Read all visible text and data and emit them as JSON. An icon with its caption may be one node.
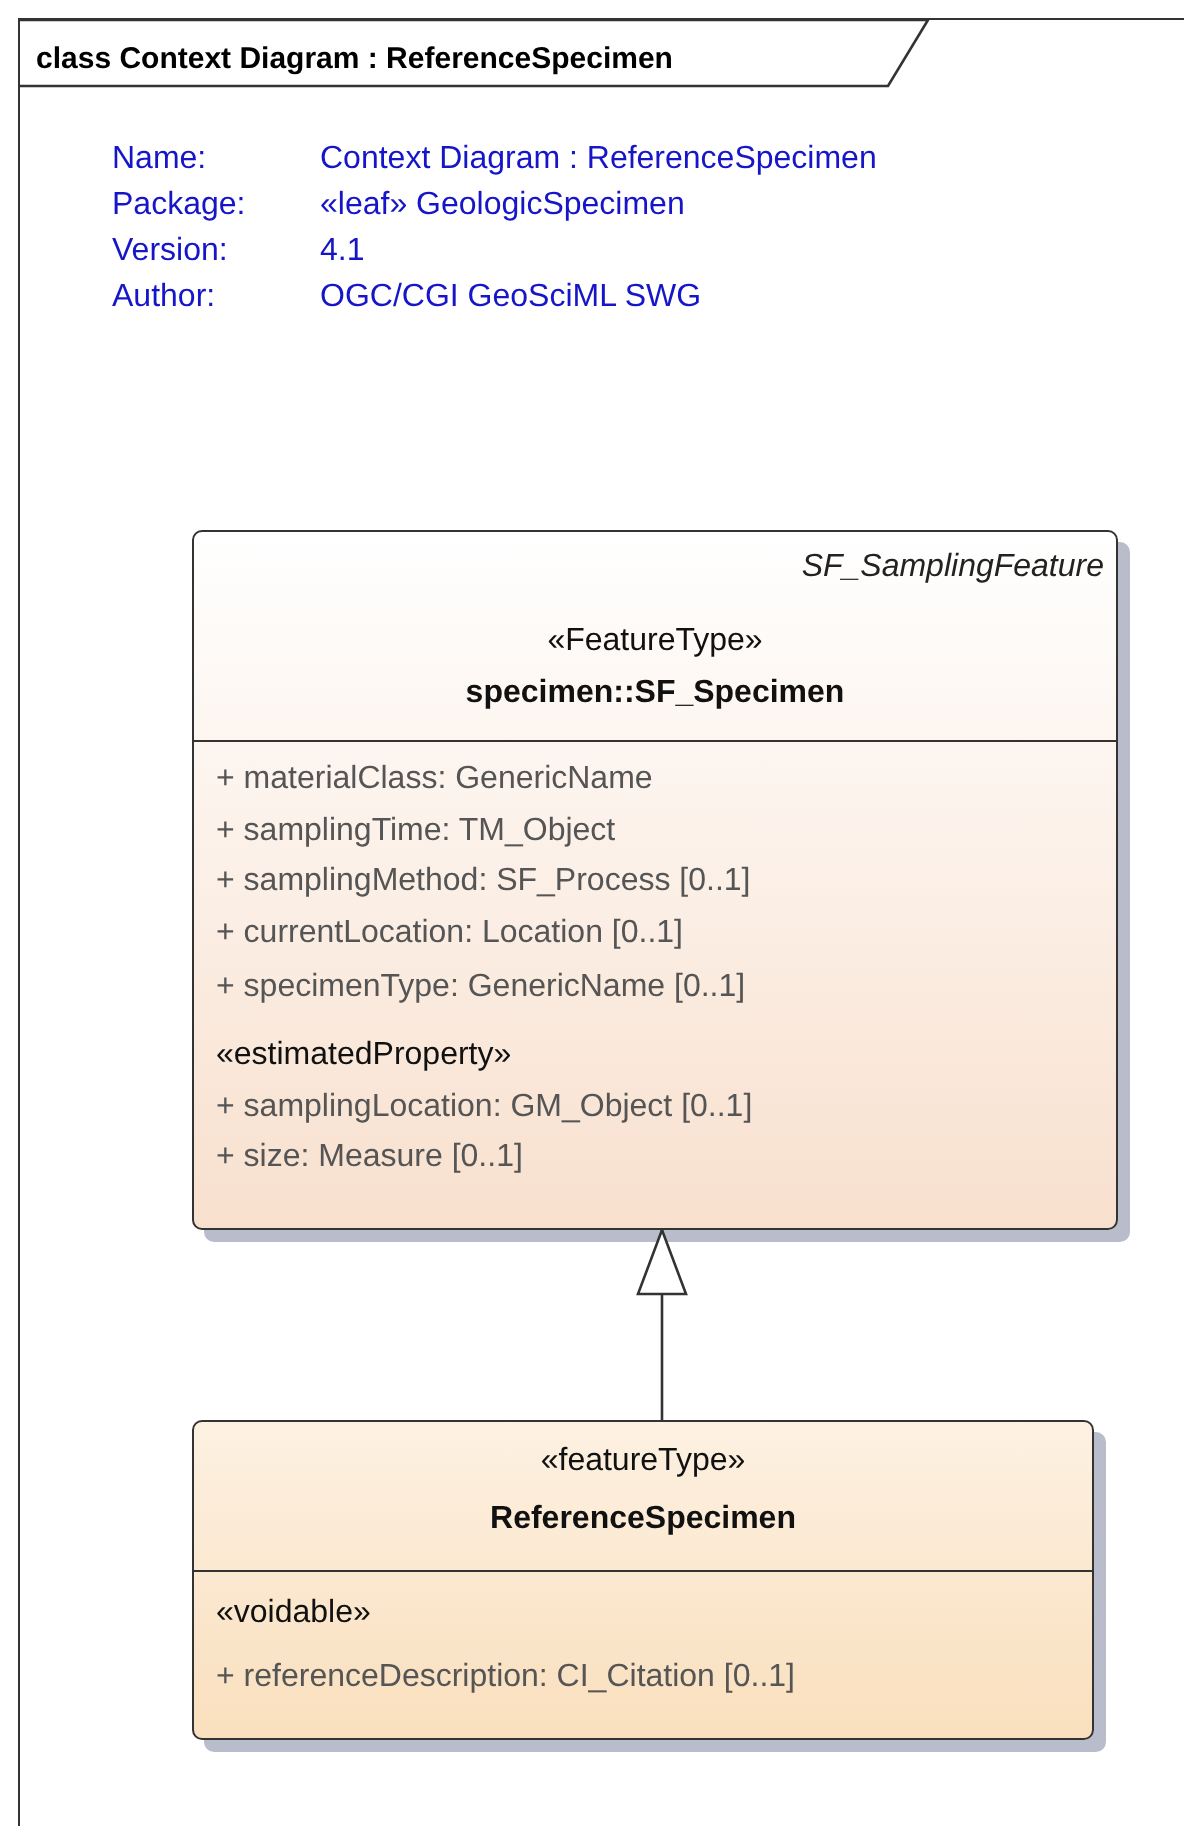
{
  "diagram": {
    "nodes": [
      {
        "text": [
          "class Context Diagram : ReferenceSpecimen"
        ]
      },
      {
        "text": [
          "SF_SamplingFeature",
          "«FeatureType»",
          "specimen::SF_Specimen",
          "+ materialClass: GenericName",
          "+ samplingTime: TM_Object",
          "+ samplingMethod: SF_Process [0..1]",
          "+ currentLocation: Location [0..1]",
          "+ specimenType: GenericName [0..1]",
          "«estimatedProperty»",
          "+ samplingLocation: GM_Object [0..1]",
          "+ size: Measure [0..1]"
        ],
        "in": 0
      },
      {
        "text": [
          "«featureType»",
          "ReferenceSpecimen",
          "«voidable»",
          "+ referenceDescription: CI_Citation [0..1]"
        ],
        "in": 0
      }
    ],
    "edges": [
      {
        "from": 2,
        "to": 1,
        "arrow": "to"
      }
    ],
    "labels": [
      "Name:",
      "Context Diagram : ReferenceSpecimen",
      "Package:",
      "«leaf» GeologicSpecimen",
      "Version:",
      "4.1",
      "Author:",
      "OGC/CGI GeoSciML SWG"
    ]
  }
}
